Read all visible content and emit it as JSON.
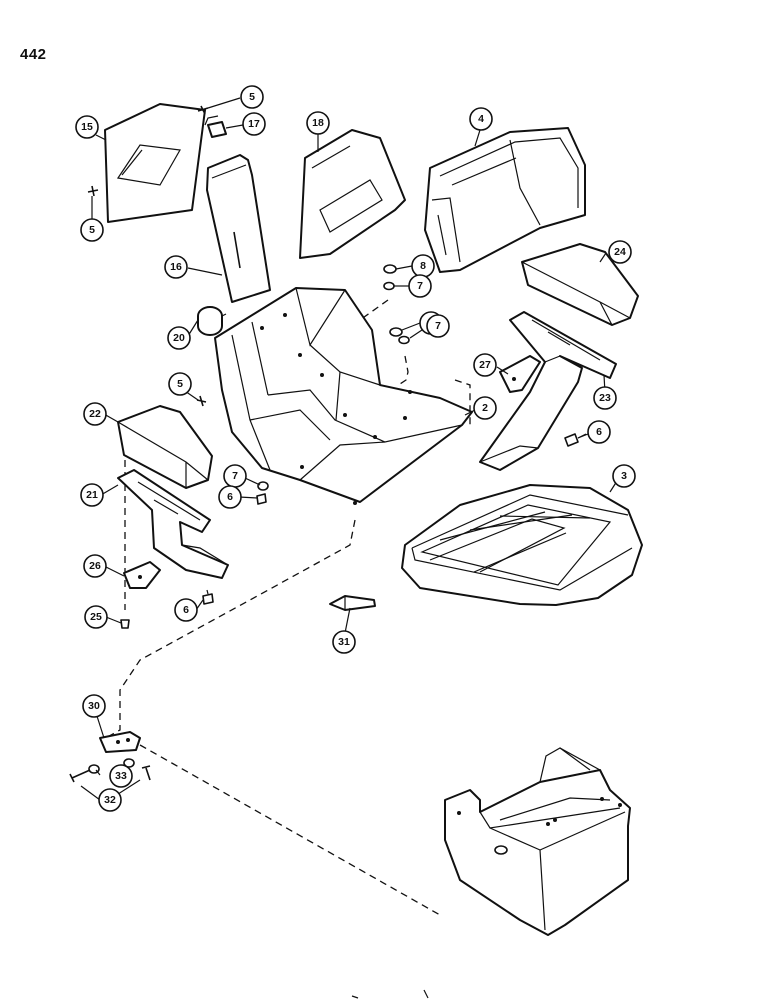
{
  "page": {
    "number": "442"
  },
  "callouts": {
    "c15": "15",
    "c5a": "5",
    "c17": "17",
    "c5b": "5",
    "c18": "18",
    "c4": "4",
    "c16": "16",
    "c8a": "8",
    "c7a": "7",
    "c24": "24",
    "c20": "20",
    "c8b": "8",
    "c7b": "7",
    "c27": "27",
    "c23": "23",
    "c5c": "5",
    "c22": "22",
    "c2": "2",
    "c6a": "6",
    "c7c": "7",
    "c6b": "6",
    "c3": "3",
    "c21": "21",
    "c26": "26",
    "c6c": "6",
    "c25": "25",
    "c31": "31",
    "c30": "30",
    "c33": "33",
    "c32": "32"
  }
}
